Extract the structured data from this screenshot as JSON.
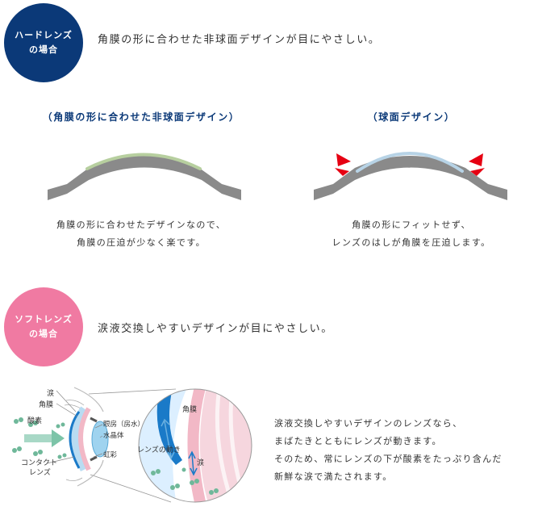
{
  "hard": {
    "badge_line1": "ハードレンズ",
    "badge_line2": "の場合",
    "headline": "角膜の形に合わせた非球面デザインが目にやさしい。",
    "left": {
      "title": "（角膜の形に合わせた非球面デザイン）",
      "caption_line1": "角膜の形に合わせたデザインなので、",
      "caption_line2": "角膜の圧迫が少なく楽です。"
    },
    "right": {
      "title": "（球面デザイン）",
      "caption_line1": "角膜の形にフィットせず、",
      "caption_line2": "レンズのはしが角膜を圧迫します。"
    }
  },
  "soft": {
    "badge_line1": "ソフトレンズ",
    "badge_line2": "の場合",
    "headline": "涙液交換しやすいデザインが目にやさしい。",
    "diagram": {
      "tear": "涙",
      "cornea": "角膜",
      "oxygen": "酸素",
      "aqueous": "眼房（房水）",
      "crystalline": "水晶体",
      "iris": "虹彩",
      "contact_line1": "コンタクト",
      "contact_line2": "レンズ",
      "zoom_cornea": "角膜",
      "lens_motion": "レンズの動き",
      "zoom_tear": "涙"
    },
    "para_line1": "涙液交換しやすいデザインのレンズなら、",
    "para_line2": "まばたきとともにレンズが動きます。",
    "para_line3": "そのため、常にレンズの下が酸素をたっぷり含んだ",
    "para_line4": "新鮮な涙で満たされます。"
  },
  "colors": {
    "navy": "#0b3978",
    "pink": "#f07aa2",
    "eye_gray": "#8a8a8a",
    "lens_green": "#b7cf9f",
    "alert_red": "#e60012",
    "zoom_blue": "#1a7ac8",
    "zoom_pink": "#f2b8c6"
  }
}
